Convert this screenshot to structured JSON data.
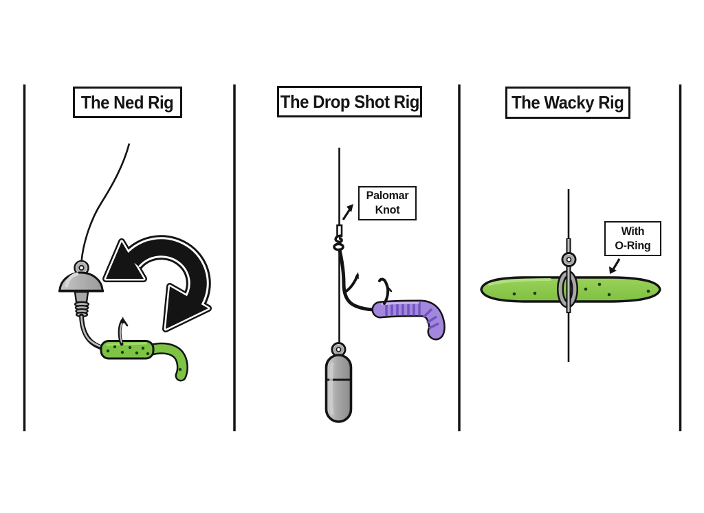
{
  "panels": [
    {
      "id": "ned-rig",
      "title": "The Ned Rig"
    },
    {
      "id": "drop-shot-rig",
      "title": "The Drop Shot Rig",
      "annotation": {
        "line1": "Palomar",
        "line2": "Knot"
      }
    },
    {
      "id": "wacky-rig",
      "title": "The Wacky Rig",
      "annotation": {
        "line1": "With",
        "line2": "O-Ring"
      }
    }
  ],
  "colors": {
    "background": "#ffffff",
    "outline": "#141414",
    "bait_green": "#7dc344",
    "wacky_worm_green": "#8ccf4e",
    "worm_purple": "#a287dd",
    "worm_purple_stripe": "#7054c0",
    "metal_gray": "#a8a8a8"
  }
}
